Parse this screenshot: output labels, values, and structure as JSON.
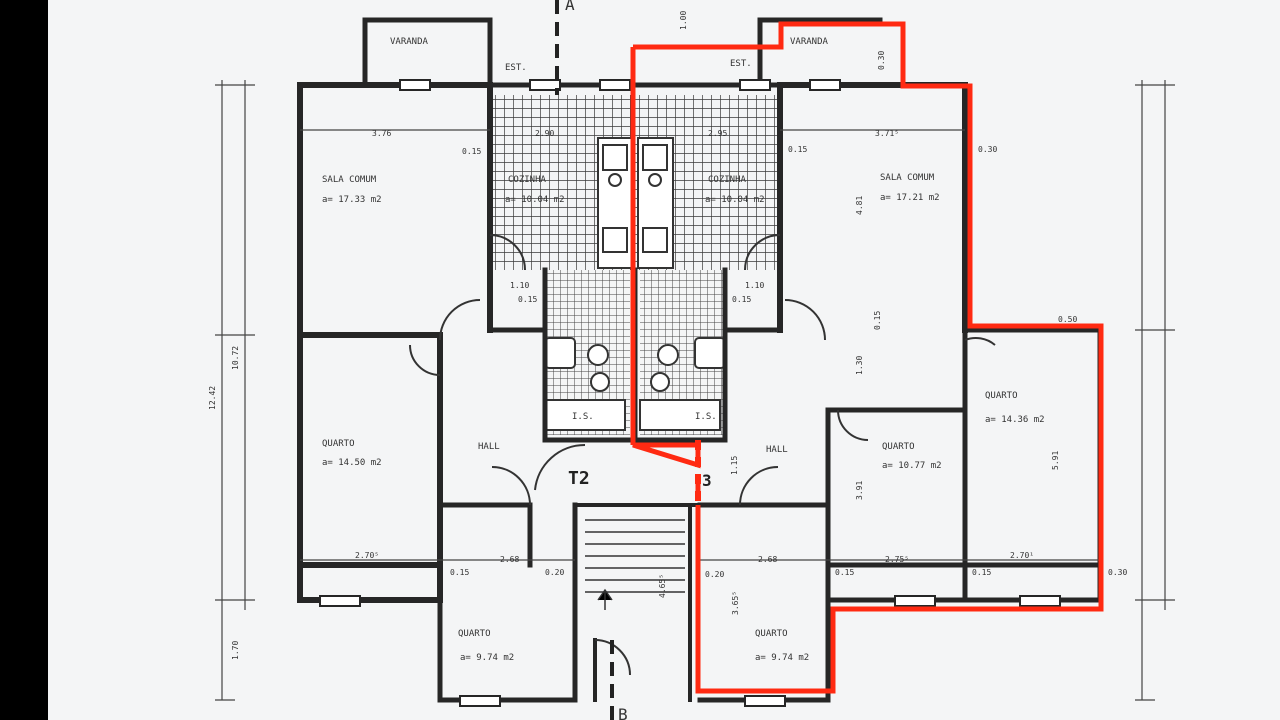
{
  "colors": {
    "paper": "#f4f5f6",
    "ink": "#2b2b2b",
    "grid": "#3a3a3a",
    "highlight": "#ff2a12"
  },
  "labels": {
    "varanda_left": "VARANDA",
    "varanda_right": "VARANDA",
    "est_left": "EST.",
    "est_right": "EST.",
    "north_marker": "A",
    "bottom_marker": "B",
    "apt_label": "T2",
    "apt_number": "3"
  },
  "rooms": {
    "sala_left": {
      "name": "SALA  COMUM",
      "area": "a= 17.33 m2"
    },
    "sala_right": {
      "name": "SALA  COMUM",
      "area": "a= 17.21 m2"
    },
    "cozinha_left": {
      "name": "COZINHA",
      "area": "a= 10.04 m2"
    },
    "cozinha_right": {
      "name": "COZINHA",
      "area": "a= 10.04 m2"
    },
    "quarto_left_big": {
      "name": "QUARTO",
      "area": "a=  14.50 m2"
    },
    "quarto_left_small": {
      "name": "QUARTO",
      "area": "a= 9.74  m2"
    },
    "quarto_right_small": {
      "name": "QUARTO",
      "area": "a= 9.74  m2"
    },
    "quarto_right_mid": {
      "name": "QUARTO",
      "area": "a= 10.77 m2"
    },
    "quarto_right_far": {
      "name": "QUARTO",
      "area": "a= 14.36 m2"
    },
    "hall_left": {
      "name": "HALL"
    },
    "hall_right": {
      "name": "HALL"
    },
    "wc_left": {
      "name": "I.S."
    },
    "wc_right": {
      "name": "I.S."
    }
  },
  "dimensions": {
    "d_376": "3.76",
    "d_371": "3.71⁵",
    "d_290a": "2.90",
    "d_290b": "2.95",
    "d_015a": "0.15",
    "d_015b": "0.15",
    "d_015c": "0.15",
    "d_015d": "0.15",
    "d_015e": "0.15",
    "d_015f": "0.15",
    "d_015g": "0.15",
    "d_015h": "0.15",
    "d_110a": "1.10",
    "d_110b": "1.10",
    "d_030a": "0.30",
    "d_030b": "0.30",
    "d_030c": "0.30",
    "d_270": "2.70⁵",
    "d_268a": "2.68",
    "d_268b": "2.68",
    "d_275": "2.75⁵",
    "d_2701": "2.70¹",
    "d_020a": "0.20",
    "d_020b": "0.20",
    "d_481": "4.81",
    "d_1242": "12.42",
    "d_1072": "10.72",
    "d_170": "1.70",
    "d_591": "5.91",
    "d_391": "3.91",
    "d_115": "1.15",
    "d_130": "1.30",
    "d_365": "3.65⁵",
    "d_465": "4.65⁵",
    "d_050": "0.50",
    "d_100": "1.00"
  }
}
